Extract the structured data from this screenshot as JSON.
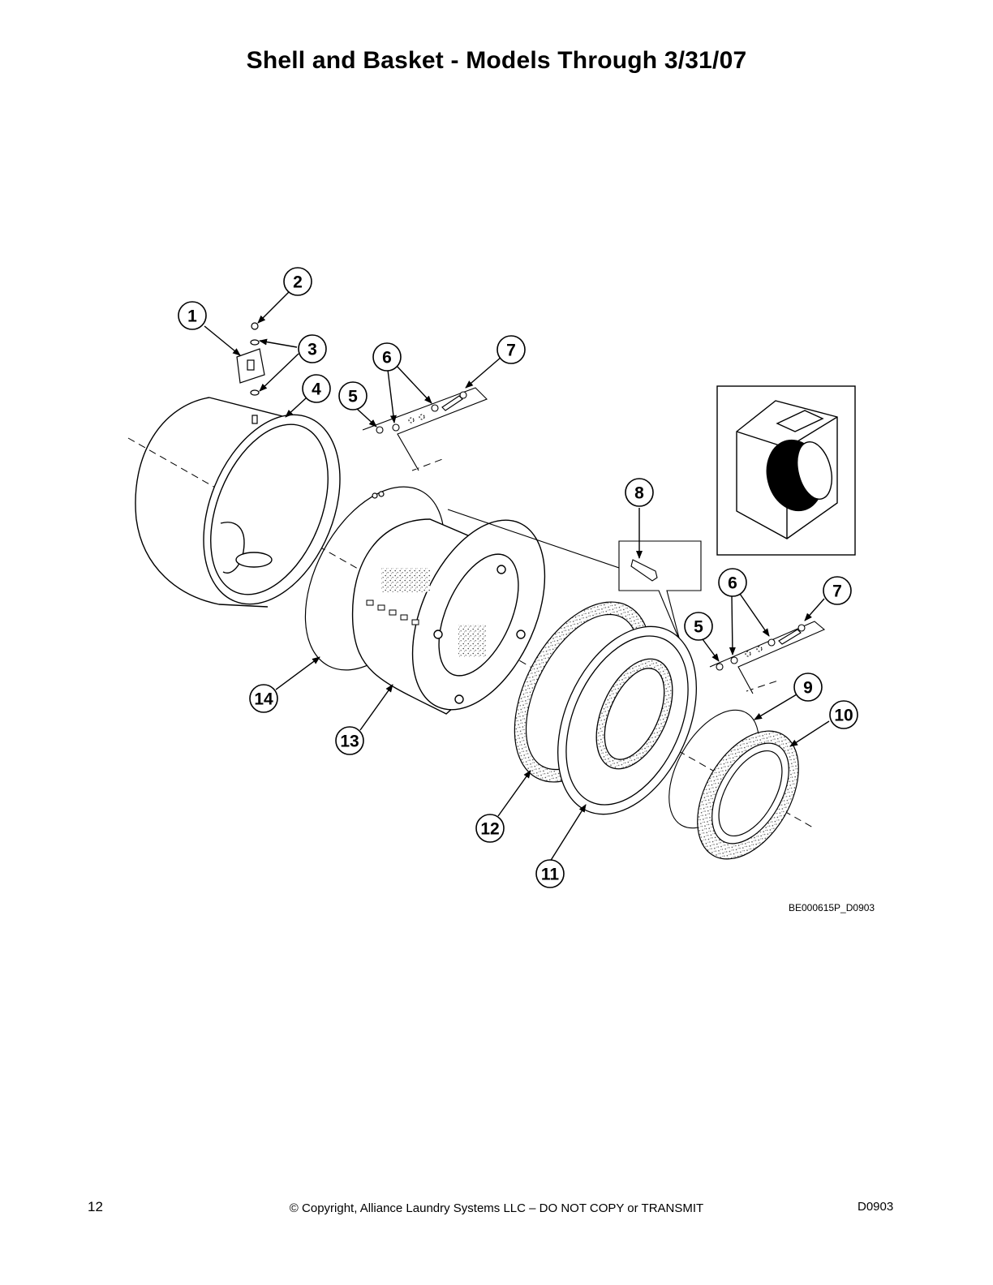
{
  "page": {
    "title": "Shell and Basket - Models Through 3/31/07",
    "drawing_code": "BE000615P_D0903",
    "page_number": "12",
    "copyright": "© Copyright, Alliance Laundry Systems LLC – DO NOT COPY or TRANSMIT",
    "document_code": "D0903"
  },
  "callouts": {
    "c1": "1",
    "c2": "2",
    "c3": "3",
    "c4": "4",
    "c5a": "5",
    "c6a": "6",
    "c7a": "7",
    "c8": "8",
    "c5b": "5",
    "c6b": "6",
    "c7b": "7",
    "c9": "9",
    "c10": "10",
    "c11": "11",
    "c12": "12",
    "c13": "13",
    "c14": "14"
  }
}
